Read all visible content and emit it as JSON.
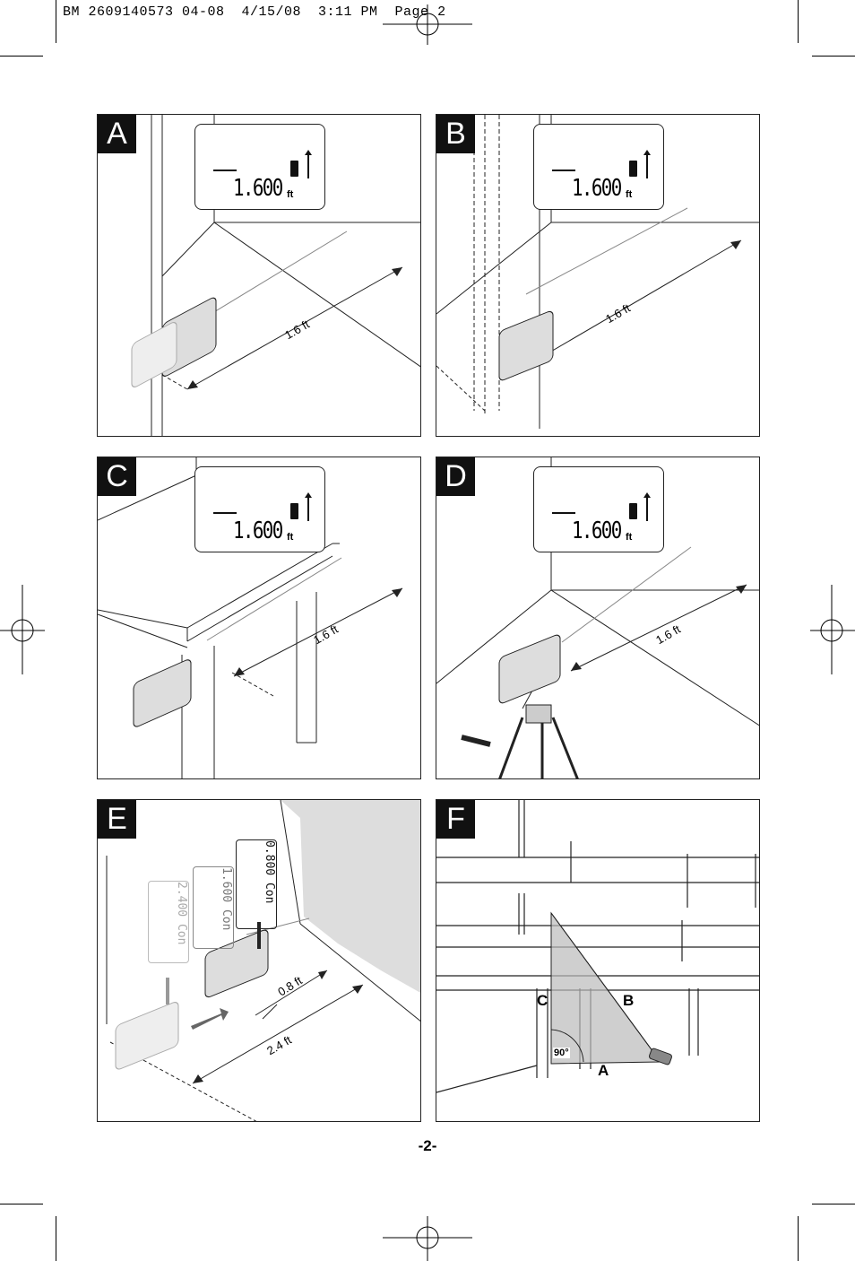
{
  "header": {
    "slug": "BM 2609140573 04-08  4/15/08  3:11 PM  Page 2"
  },
  "panels": {
    "a": {
      "label": "A",
      "reading": "1.600",
      "unit": "ft",
      "distance": "1.6 ft"
    },
    "b": {
      "label": "B",
      "reading": "1.600",
      "unit": "ft",
      "distance": "1.6 ft"
    },
    "c": {
      "label": "C",
      "reading": "1.600",
      "unit": "ft",
      "distance": "1.6 ft"
    },
    "d": {
      "label": "D",
      "reading": "1.600",
      "unit": "ft",
      "distance": "1.6 ft"
    },
    "e": {
      "label": "E",
      "distance_short": "0.8 ft",
      "distance_long": "2.4 ft",
      "screens": [
        "2.400",
        "1.600",
        "0.800"
      ],
      "screen_mode": "Con"
    },
    "f": {
      "label": "F",
      "point_a": "A",
      "point_b": "B",
      "point_c": "C",
      "angle": "90°"
    }
  },
  "footer": {
    "page_number": "-2-"
  }
}
